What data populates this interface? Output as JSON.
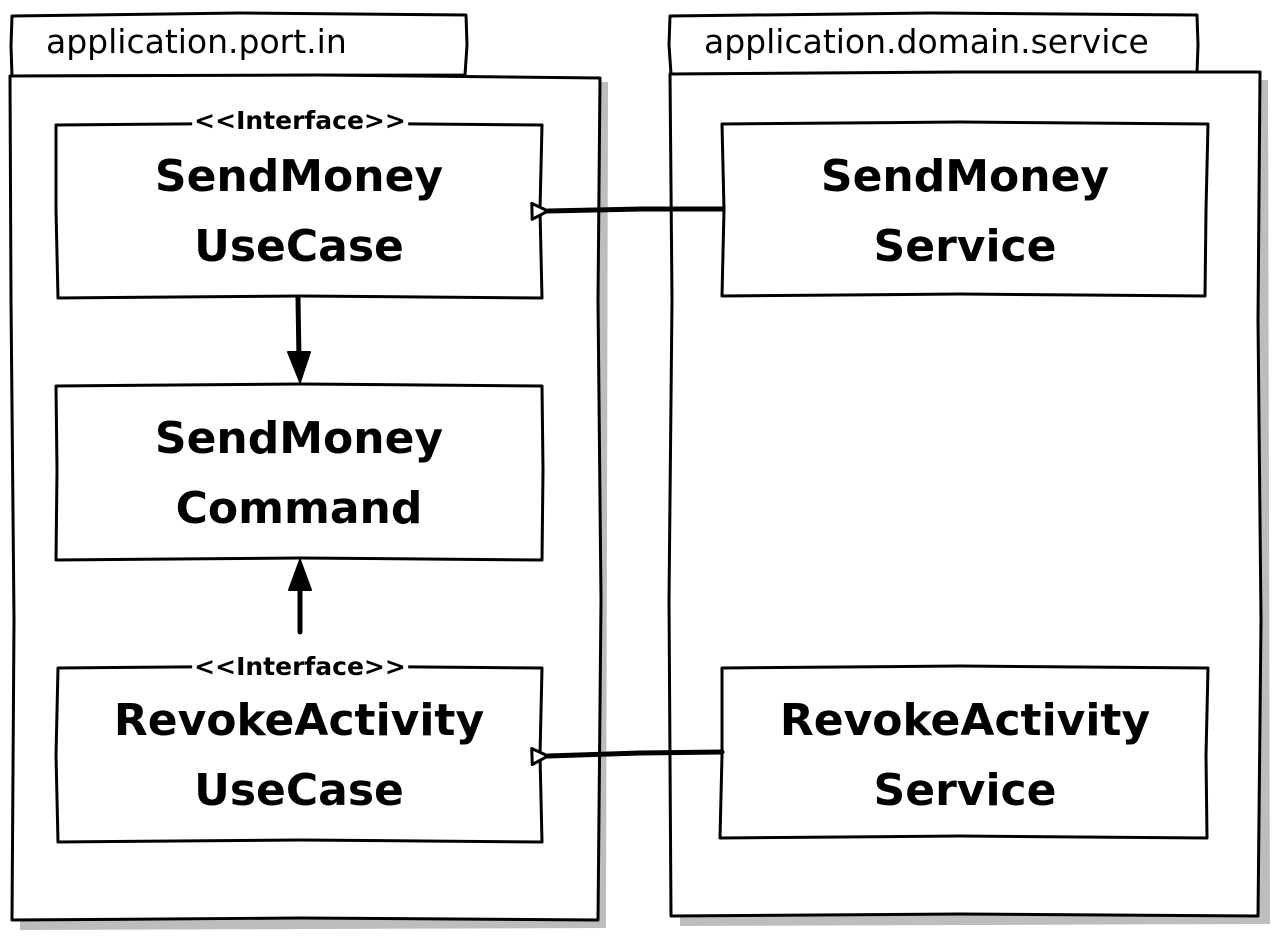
{
  "packages": [
    {
      "name": "application.port.in"
    },
    {
      "name": "application.domain.service"
    }
  ],
  "classes": {
    "send_money_use_case": {
      "stereotype": "<<Interface>>",
      "line1": "SendMoney",
      "line2": "UseCase"
    },
    "send_money_command": {
      "line1": "SendMoney",
      "line2": "Command"
    },
    "revoke_activity_use_case": {
      "stereotype": "<<Interface>>",
      "line1": "RevokeActivity",
      "line2": "UseCase"
    },
    "send_money_service": {
      "line1": "SendMoney",
      "line2": "Service"
    },
    "revoke_activity_service": {
      "line1": "RevokeActivity",
      "line2": "Service"
    }
  },
  "relations": [
    {
      "from": "send_money_service",
      "to": "send_money_use_case",
      "type": "realization"
    },
    {
      "from": "revoke_activity_service",
      "to": "revoke_activity_use_case",
      "type": "realization"
    },
    {
      "from": "send_money_use_case",
      "to": "send_money_command",
      "type": "dependency"
    },
    {
      "from": "revoke_activity_use_case",
      "to": "send_money_command",
      "type": "dependency"
    }
  ]
}
